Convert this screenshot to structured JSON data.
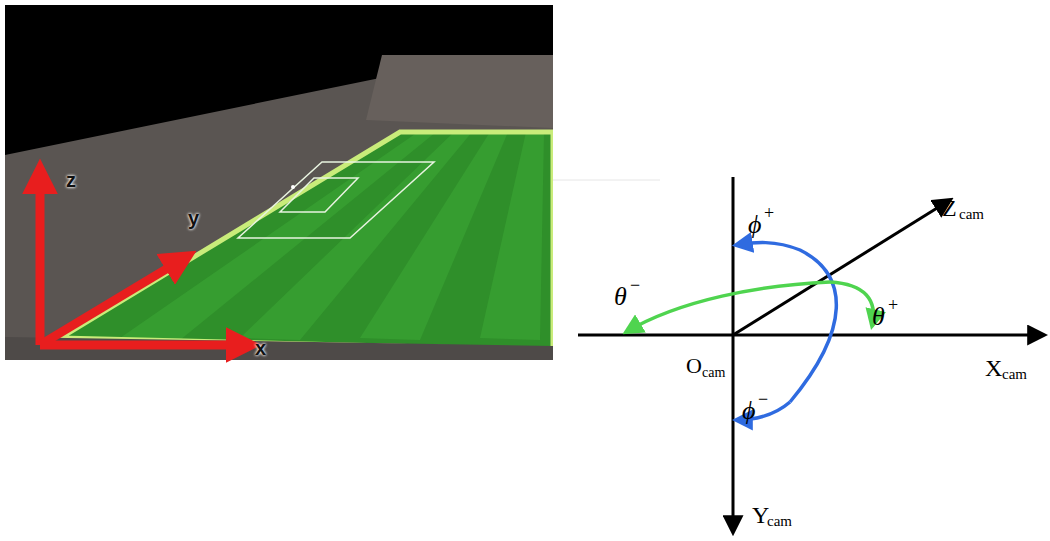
{
  "diagram": {
    "labels": [
      "z",
      "y",
      "x",
      "Z",
      "cam",
      "X",
      "cam",
      "Y",
      "cam",
      "O",
      "cam",
      "ϕ",
      "+",
      "ϕ",
      "−",
      "θ",
      "−",
      "θ",
      "+"
    ]
  }
}
